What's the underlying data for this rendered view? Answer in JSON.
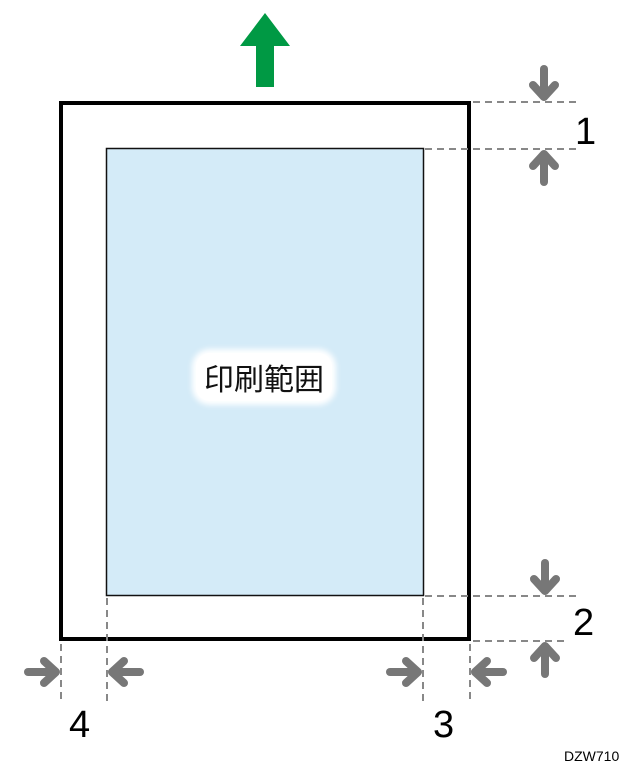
{
  "diagram": {
    "title": "Printable area diagram",
    "printable_area_label": "印刷範囲",
    "feed_direction_arrow": {
      "direction": "up",
      "color": "#009944"
    },
    "margin_labels": [
      {
        "id": "1",
        "text": "1",
        "meaning": "top margin"
      },
      {
        "id": "2",
        "text": "2",
        "meaning": "bottom margin"
      },
      {
        "id": "3",
        "text": "3",
        "meaning": "right margin"
      },
      {
        "id": "4",
        "text": "4",
        "meaning": "left margin"
      }
    ],
    "figure_code": "DZW710",
    "colors": {
      "paper_border": "#000000",
      "printable_fill": "#d4ebf8",
      "dimension_arrows": "#777777",
      "dashed_guides": "#888888"
    }
  }
}
